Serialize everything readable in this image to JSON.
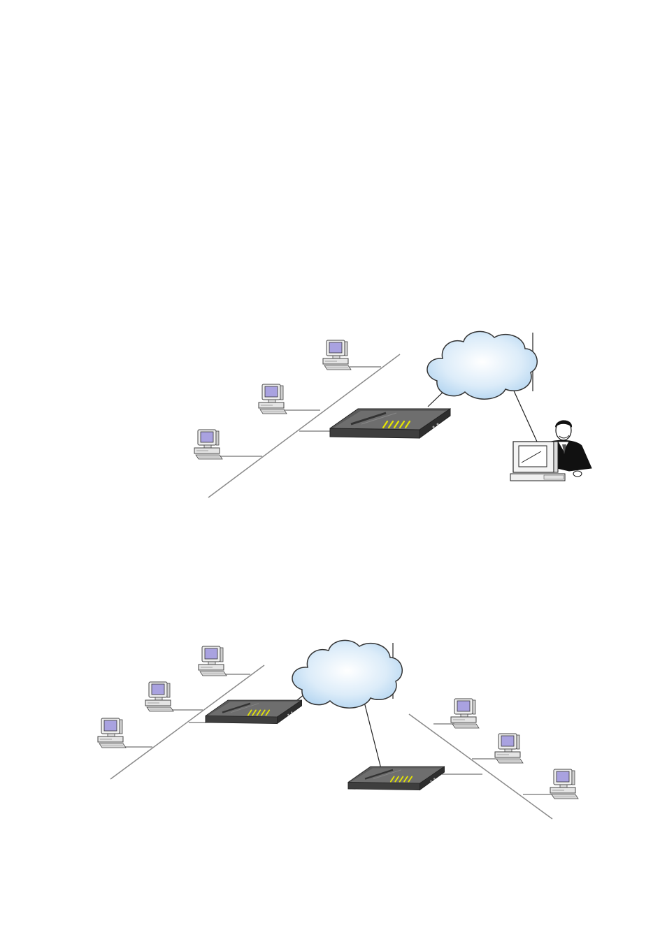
{
  "diagrams": [
    {
      "id": "remote-access",
      "nodes": [
        {
          "name": "lan-pc-1",
          "icon": "desktop-computer-icon"
        },
        {
          "name": "lan-pc-2",
          "icon": "desktop-computer-icon"
        },
        {
          "name": "lan-pc-3",
          "icon": "desktop-computer-icon"
        },
        {
          "name": "router",
          "icon": "router-icon"
        },
        {
          "name": "network-cloud",
          "icon": "cloud-icon"
        },
        {
          "name": "remote-user",
          "icon": "businessman-at-computer-icon"
        }
      ]
    },
    {
      "id": "lan-to-lan",
      "nodes": [
        {
          "name": "site-a-pc-1",
          "icon": "desktop-computer-icon"
        },
        {
          "name": "site-a-pc-2",
          "icon": "desktop-computer-icon"
        },
        {
          "name": "site-a-pc-3",
          "icon": "desktop-computer-icon"
        },
        {
          "name": "site-a-router",
          "icon": "router-icon"
        },
        {
          "name": "network-cloud",
          "icon": "cloud-icon"
        },
        {
          "name": "site-b-router",
          "icon": "router-icon"
        },
        {
          "name": "site-b-pc-1",
          "icon": "desktop-computer-icon"
        },
        {
          "name": "site-b-pc-2",
          "icon": "desktop-computer-icon"
        },
        {
          "name": "site-b-pc-3",
          "icon": "desktop-computer-icon"
        }
      ]
    }
  ],
  "colors": {
    "line": "#8a8a8a",
    "router_body": "#4a4a4a",
    "router_top": "#6a6a6a",
    "router_leds": "#e6e600",
    "cloud_fill": "#cfe6f7",
    "cloud_stroke": "#333333",
    "screen_purple": "#a9a2e0",
    "screen_blue": "#9fb8e8",
    "pc_body": "#e8e8e8"
  }
}
